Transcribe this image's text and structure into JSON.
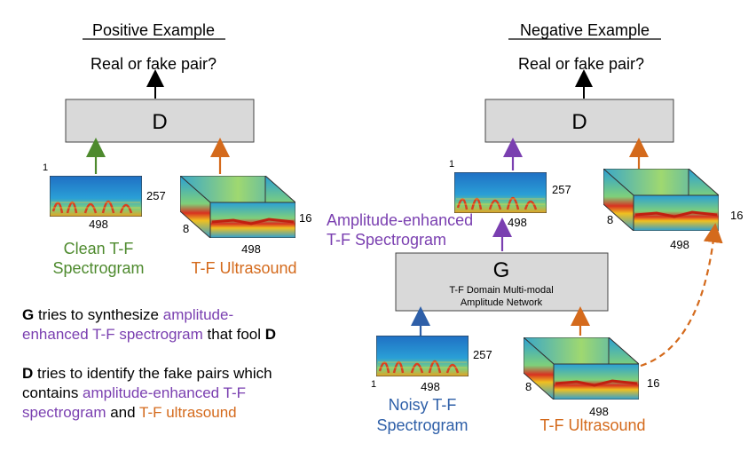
{
  "colors": {
    "box_fill": "#d9d9d9",
    "green": "#4e8a2e",
    "orange": "#d46a1c",
    "purple": "#7a3fb0",
    "blue": "#2e5fa8",
    "spec_bg": "#1a78c8"
  },
  "positive": {
    "title": "Positive Example",
    "question": "Real or fake pair?",
    "discriminator": "D",
    "spec": {
      "top_left": "1",
      "right": "257",
      "bottom": "498"
    },
    "cube": {
      "left": "8",
      "right": "16",
      "bottom": "498"
    },
    "clean_label": [
      "Clean T-F",
      "Spectrogram"
    ],
    "ultra_label": "T-F Ultrasound"
  },
  "negative": {
    "title": "Negative Example",
    "question": "Real or fake pair?",
    "discriminator": "D",
    "spec": {
      "top_left": "1",
      "right": "257",
      "bottom": "498"
    },
    "cube": {
      "left": "8",
      "right": "16",
      "bottom": "498"
    },
    "enhanced_label": [
      "Amplitude-enhanced",
      "T-F Spectrogram"
    ],
    "generator": {
      "letter": "G",
      "line1": "T-F Domain Multi-modal",
      "line2": "Amplitude Network"
    },
    "noisy_spec": {
      "bottom_left": "1",
      "right": "257",
      "bottom": "498"
    },
    "noisy_label": [
      "Noisy T-F",
      "Spectrogram"
    ],
    "cube2": {
      "left": "8",
      "right": "16",
      "bottom": "498"
    },
    "ultra_label": "T-F Ultrasound"
  },
  "legend": {
    "g_letter": "G",
    "g_text1": " tries to synthesize ",
    "g_purple1": "amplitude-",
    "g_purple2": "enhanced T-F spectrogram",
    "g_text2": " that fool ",
    "g_d": "D",
    "d_letter": "D",
    "d_text1": " tries to identify the fake pairs which",
    "d_text2": "contains ",
    "d_purple": "amplitude-enhanced T-F",
    "d_purple2": "spectrogram",
    "d_text3": " and ",
    "d_orange": "T-F ultrasound"
  }
}
